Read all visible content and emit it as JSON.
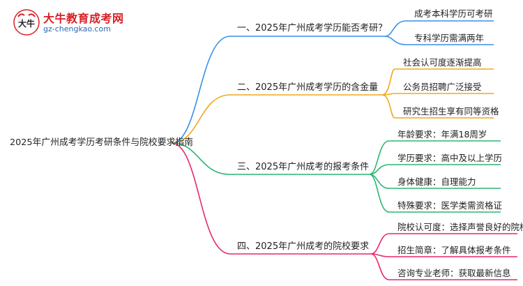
{
  "logo": {
    "title": "大牛教育成考网",
    "url": "gz-chengkao.com",
    "mark_text": "大牛"
  },
  "mindmap": {
    "root": "2025年广州成考学历考研条件与院校要求指南",
    "branches": [
      {
        "label": "一、2025年广州成考学历能否考研？",
        "color": "#3a8fe8",
        "children": [
          "成考本科学历可考研",
          "专科学历需满两年"
        ]
      },
      {
        "label": "二、2025年广州成考学历的含金量",
        "color": "#f0a818",
        "children": [
          "社会认可度逐渐提高",
          "公务员招聘广泛接受",
          "研究生招生享有同等资格"
        ]
      },
      {
        "label": "三、2025年广州成考的报考条件",
        "color": "#2bb673",
        "children": [
          "年龄要求：年满18周岁",
          "学历要求：高中及以上学历",
          "身体健康：自理能力",
          "特殊要求：医学类需资格证"
        ]
      },
      {
        "label": "四、2025年广州成考的院校要求",
        "color": "#e8266f",
        "children": [
          "院校认可度：选择声誉良好的院校",
          "招生简章：了解具体报考条件",
          "咨询专业老师：获取最新信息"
        ]
      }
    ]
  }
}
